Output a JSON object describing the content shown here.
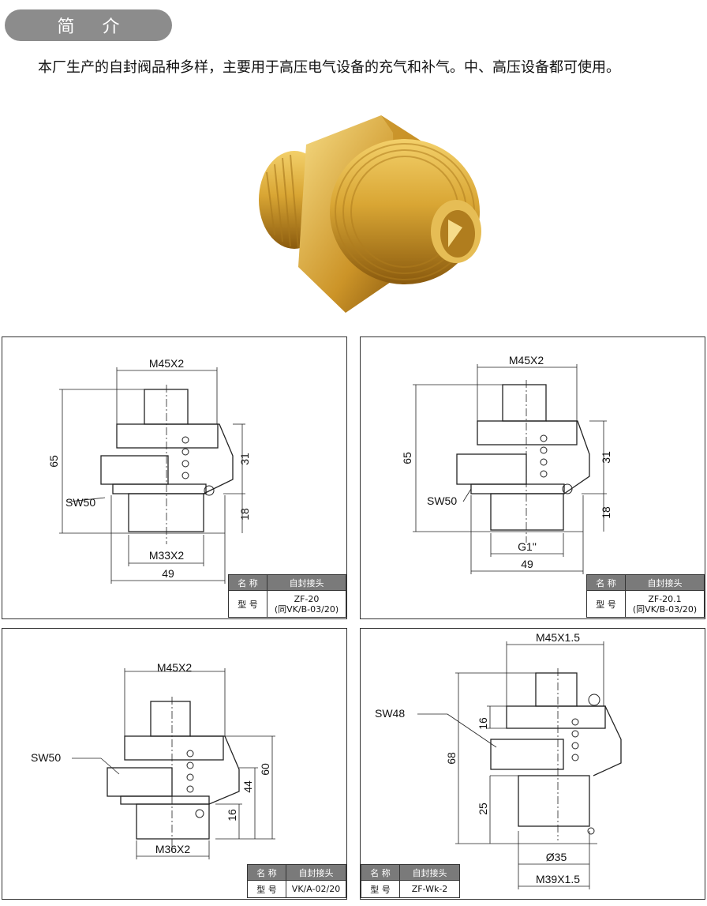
{
  "header": {
    "title": "简 介"
  },
  "intro": {
    "text": "本厂生产的自封阀品种多样，主要用于高压电气设备的充气和补气。中、高压设备都可使用。"
  },
  "photo": {
    "icon": "brass-valve-photo",
    "colors": {
      "brass": "#d9a634",
      "highlight": "#f5d77a",
      "shadow": "#8a5a0e"
    }
  },
  "drawings": [
    {
      "dims": [
        "M45X2",
        "65",
        "31",
        "SW50",
        "18",
        "M33X2",
        "49"
      ],
      "table": {
        "name_label": "名 称",
        "name_value": "自封接头",
        "model_label": "型 号",
        "model_line1": "ZF-20",
        "model_line2": "(同VK/B-03/20)"
      }
    },
    {
      "dims": [
        "M45X2",
        "65",
        "31",
        "SW50",
        "18",
        "G1\"",
        "49"
      ],
      "table": {
        "name_label": "名 称",
        "name_value": "自封接头",
        "model_label": "型 号",
        "model_line1": "ZF-20.1",
        "model_line2": "(同VK/B-03/20)"
      }
    },
    {
      "dims": [
        "M45X2",
        "SW50",
        "60",
        "44",
        "16",
        "M36X2"
      ],
      "table": {
        "name_label": "名 称",
        "name_value": "自封接头",
        "model_label": "型 号",
        "model_line1": "VK/A-02/20"
      }
    },
    {
      "dims": [
        "M45X1.5",
        "SW48",
        "16",
        "68",
        "25",
        "Ø35",
        "M39X1.5"
      ],
      "table": {
        "name_label": "名 称",
        "name_value": "自封接头",
        "model_label": "型 号",
        "model_line1": "ZF-Wk-2"
      }
    }
  ]
}
